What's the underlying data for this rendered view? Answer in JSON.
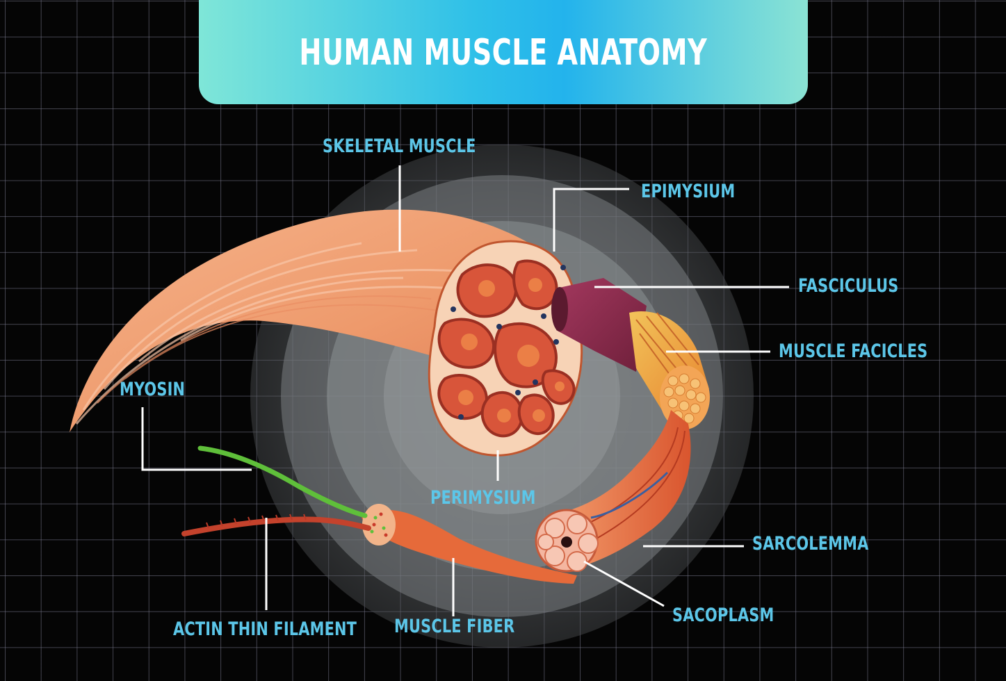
{
  "title": "HUMAN MUSCLE ANATOMY",
  "labels": {
    "skeletal_muscle": "SKELETAL MUSCLE",
    "epimysium": "EPIMYSIUM",
    "fasciculus": "FASCICULUS",
    "muscle_facicles": "MUSCLE FACICLES",
    "myosin": "MYOSIN",
    "perimysium": "PERIMYSIUM",
    "sarcolemma": "SARCOLEMMA",
    "sacoplasm": "SACOPLASM",
    "actin_thin_filament": "ACTIN THIN FILAMENT",
    "muscle_fiber": "MUSCLE FIBER"
  },
  "colors": {
    "background": "#050505",
    "grid": "#787890",
    "banner_start": "#7fe6d8",
    "banner_mid": "#23b3ec",
    "label_text": "#5cc6e8",
    "leader_line": "#ffffff",
    "muscle_orange": "#f0a070",
    "fascicle_red": "#d8553a",
    "fasciculus_purple": "#8a2a4a",
    "myosin_green": "#5fbf3a"
  }
}
